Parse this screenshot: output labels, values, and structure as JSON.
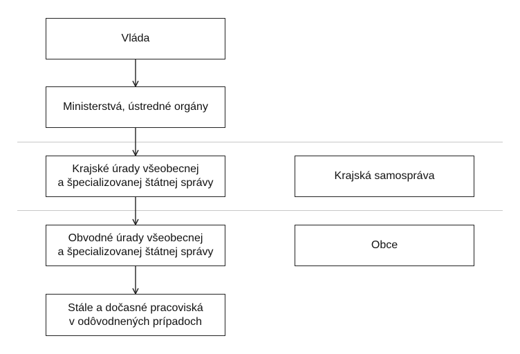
{
  "diagram": {
    "nodes": [
      {
        "id": "vlada",
        "label": "Vláda"
      },
      {
        "id": "ministerstva",
        "label": "Ministerstvá, ústredné orgány"
      },
      {
        "id": "krajske-urady",
        "label": "Krajské úrady všeobecnej\na špecializovanej štátnej správy"
      },
      {
        "id": "krajska-samosprava",
        "label": "Krajská samospráva"
      },
      {
        "id": "obvodne-urady",
        "label": "Obvodné úrady všeobecnej\na špecializovanej štátnej správy"
      },
      {
        "id": "obce",
        "label": "Obce"
      },
      {
        "id": "stale-pracoviska",
        "label": "Stále a dočasné pracoviská\nv odôvodnených prípadoch"
      }
    ],
    "edges": [
      {
        "from": "vlada",
        "to": "ministerstva"
      },
      {
        "from": "ministerstva",
        "to": "krajske-urady"
      },
      {
        "from": "krajske-urady",
        "to": "obvodne-urady"
      },
      {
        "from": "obvodne-urady",
        "to": "stale-pracoviska"
      }
    ],
    "colors": {
      "box_border": "#222222",
      "divider": "#c8c8c8",
      "arrow": "#222222",
      "text": "#111111"
    }
  }
}
